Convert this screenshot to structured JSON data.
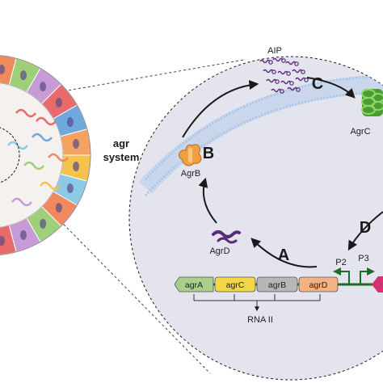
{
  "side_label": {
    "line1": "agr",
    "line2": "system"
  },
  "steps": {
    "a": "A",
    "b": "B",
    "c": "C",
    "d": "D"
  },
  "molecules": {
    "aip": "AIP",
    "agrc": "AgrC",
    "agrb": "AgrB",
    "agrd": "AgrD"
  },
  "genes": [
    {
      "label": "agrA",
      "color": "#a8d08d"
    },
    {
      "label": "agrC",
      "color": "#f3d548"
    },
    {
      "label": "agrB",
      "color": "#b7b7b7"
    },
    {
      "label": "agrD",
      "color": "#f4b183"
    }
  ],
  "operon": {
    "label": "RNA II"
  },
  "promoters": {
    "p2": "P2",
    "p3": "P3"
  },
  "colors": {
    "circle_bg": "#e4e4ee",
    "membrane": "#a9c6e6",
    "arrow": "#1a1a1a",
    "dna": "#1e6b28",
    "agrb_protein": "#f0a040",
    "agrc_protein": "#6bbf45",
    "aip_peptide": "#5b2a7a",
    "rnaiii_marker": "#d6306e"
  }
}
